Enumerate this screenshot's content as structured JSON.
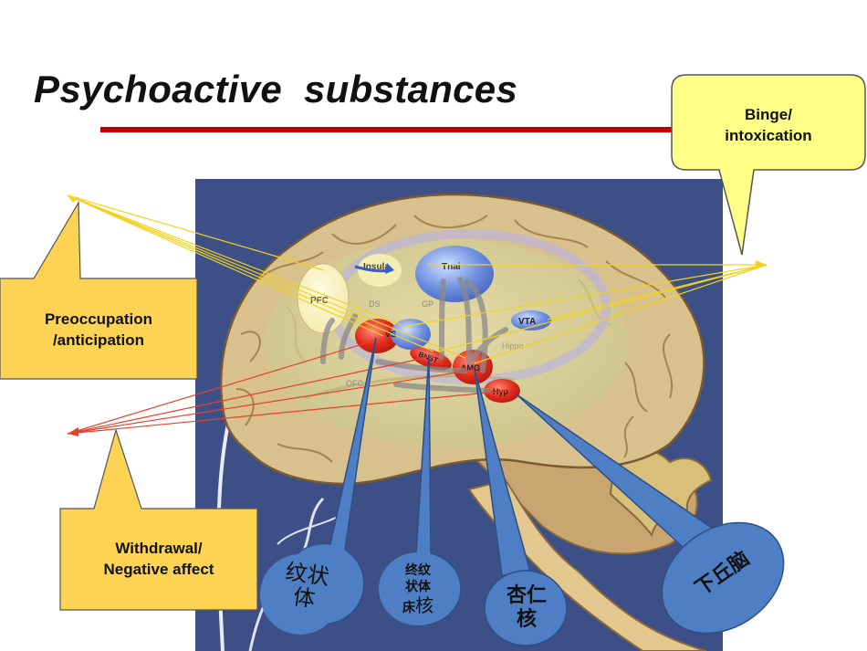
{
  "slide": {
    "title": "Psychoactive  substances",
    "callouts": {
      "binge": "Binge/\nintoxication",
      "preoccupation": "Preoccupation\n/anticipation",
      "withdrawal": "Withdrawal/\nNegative affect"
    },
    "brain_regions": {
      "pfc": "PFC",
      "insula": "Insula",
      "tnai": "Tnai",
      "vta": "VTA",
      "vs": "VS",
      "bnst": "BNST",
      "amg": "AMG",
      "hyp": "Hyp",
      "ds": "DS",
      "gp": "GP",
      "ofc": "OFC",
      "hippo": "Hippo"
    },
    "labels": {
      "striatum": "纹状体",
      "bnst_line1": "终纹",
      "bnst_line2": "状体",
      "bnst_line3a": "床",
      "bnst_line3b": "核",
      "amygdala": "杏仁\n核",
      "hypothalamus": "下丘脑"
    },
    "colors": {
      "title_rule": "#c00000",
      "callout_fill": "#fdd353",
      "binge_fill": "#ffff88",
      "bubble_fill": "#4e7ec4",
      "brain_bg": "#3c4f86",
      "brain_tissue": "#d9c18e",
      "yellow_arrows": "#f2d21e",
      "red_arrows": "#e8412a"
    }
  }
}
